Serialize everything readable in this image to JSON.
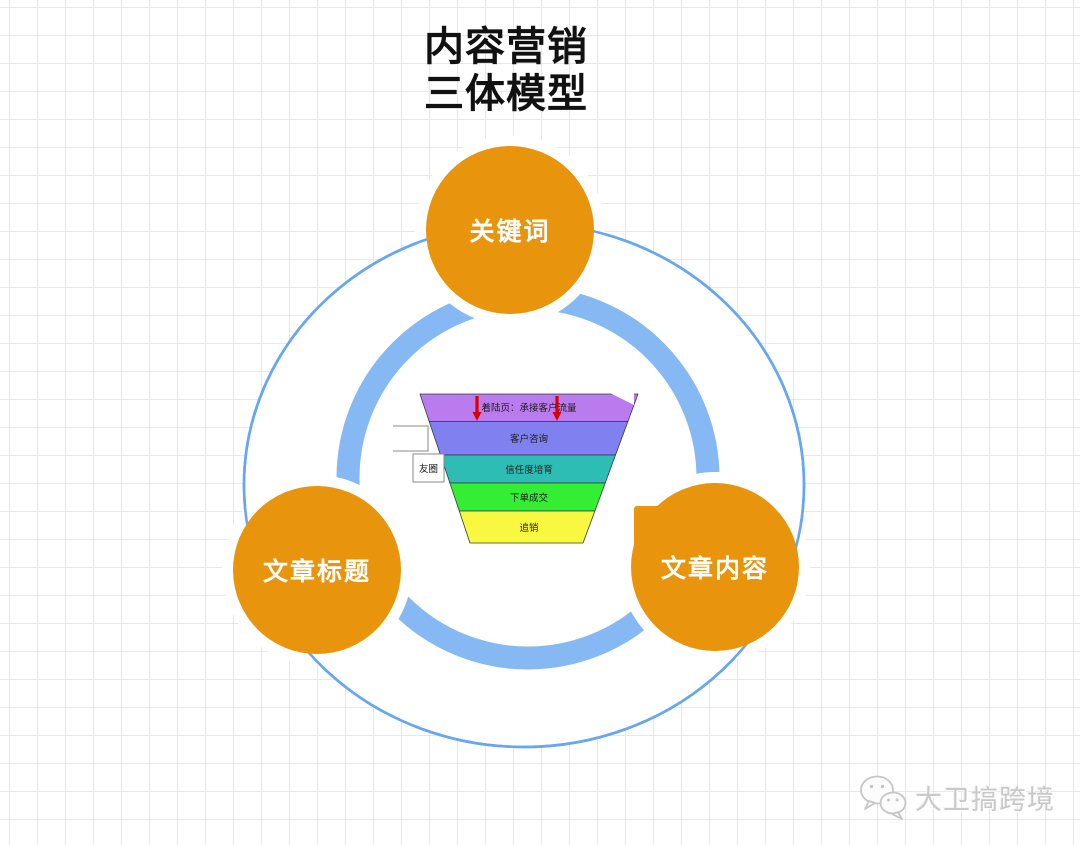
{
  "title": {
    "line1": "内容营销",
    "line2": "三体模型"
  },
  "nodes": {
    "keyword": {
      "label": "关键词"
    },
    "article_title": {
      "label": "文章标题"
    },
    "article_content": {
      "label": "文章内容"
    }
  },
  "funnel": {
    "layers": [
      {
        "label": "着陆页：承接客户流量",
        "color": "#ba7bee"
      },
      {
        "label": "客户咨询",
        "color": "#8080f0"
      },
      {
        "label": "信任度培育",
        "color": "#2dbdb4"
      },
      {
        "label": "下单成交",
        "color": "#33ee33"
      },
      {
        "label": "追销",
        "color": "#f8f840"
      }
    ],
    "side_box_label": "友圈",
    "arrow_color": "#dd0000"
  },
  "watermark": {
    "text": "大卫搞跨境",
    "icon": "wechat-icon"
  },
  "colors": {
    "node_fill": "#e8940d",
    "node_text": "#ffffff",
    "ring": "#86b9f4",
    "outer_circle_stroke": "#66a6f2",
    "title_text": "#111111",
    "grid_line": "#e8e8e8",
    "watermark_text": "#c9c9c9"
  }
}
